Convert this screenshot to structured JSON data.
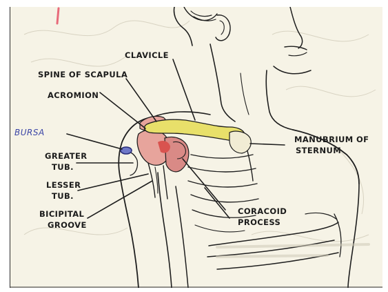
{
  "labels": {
    "clavicle": "CLAVICLE",
    "spine_of_scapula": "SPINE OF SCAPULA",
    "acromion": "ACROMION",
    "bursa": "BURSA",
    "greater_tub_line1": "GREATER",
    "greater_tub_line2": "TUB.",
    "lesser_tub_line1": "LESSER",
    "lesser_tub_line2": "TUB.",
    "bicipital_line1": "BICIPITAL",
    "bicipital_line2": "GROOVE",
    "manubrium_line1": "MANUBRIUM OF",
    "manubrium_line2": "STERNUM",
    "coracoid_line1": "CORACOID",
    "coracoid_line2": "PROCESS"
  },
  "colors": {
    "paper": "#f6f3e6",
    "ink": "#1e1e1e",
    "clavicle_yellow": "#e8e06a",
    "bone_pink": "#e7a49c",
    "bone_red": "#d9534f",
    "handwriting_blue": "#3a44a6",
    "marker_red": "#e86a7a"
  }
}
